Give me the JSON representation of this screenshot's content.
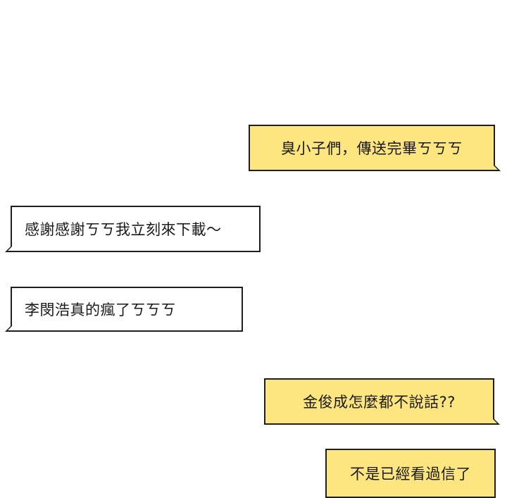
{
  "messages": [
    {
      "text": "臭小子們，傳送完畢ㄎㄎㄎ",
      "side": "outgoing"
    },
    {
      "text": "感謝感謝ㄎㄎ我立刻來下載～",
      "side": "incoming"
    },
    {
      "text": "李閔浩真的瘋了ㄎㄎㄎ",
      "side": "incoming"
    },
    {
      "text": "金俊成怎麼都不說話??",
      "side": "outgoing"
    },
    {
      "text": "不是已經看過信了",
      "side": "outgoing"
    }
  ],
  "colors": {
    "outgoing_bubble": "#fde57f",
    "incoming_bubble": "#ffffff",
    "border": "#1e1e1e"
  }
}
